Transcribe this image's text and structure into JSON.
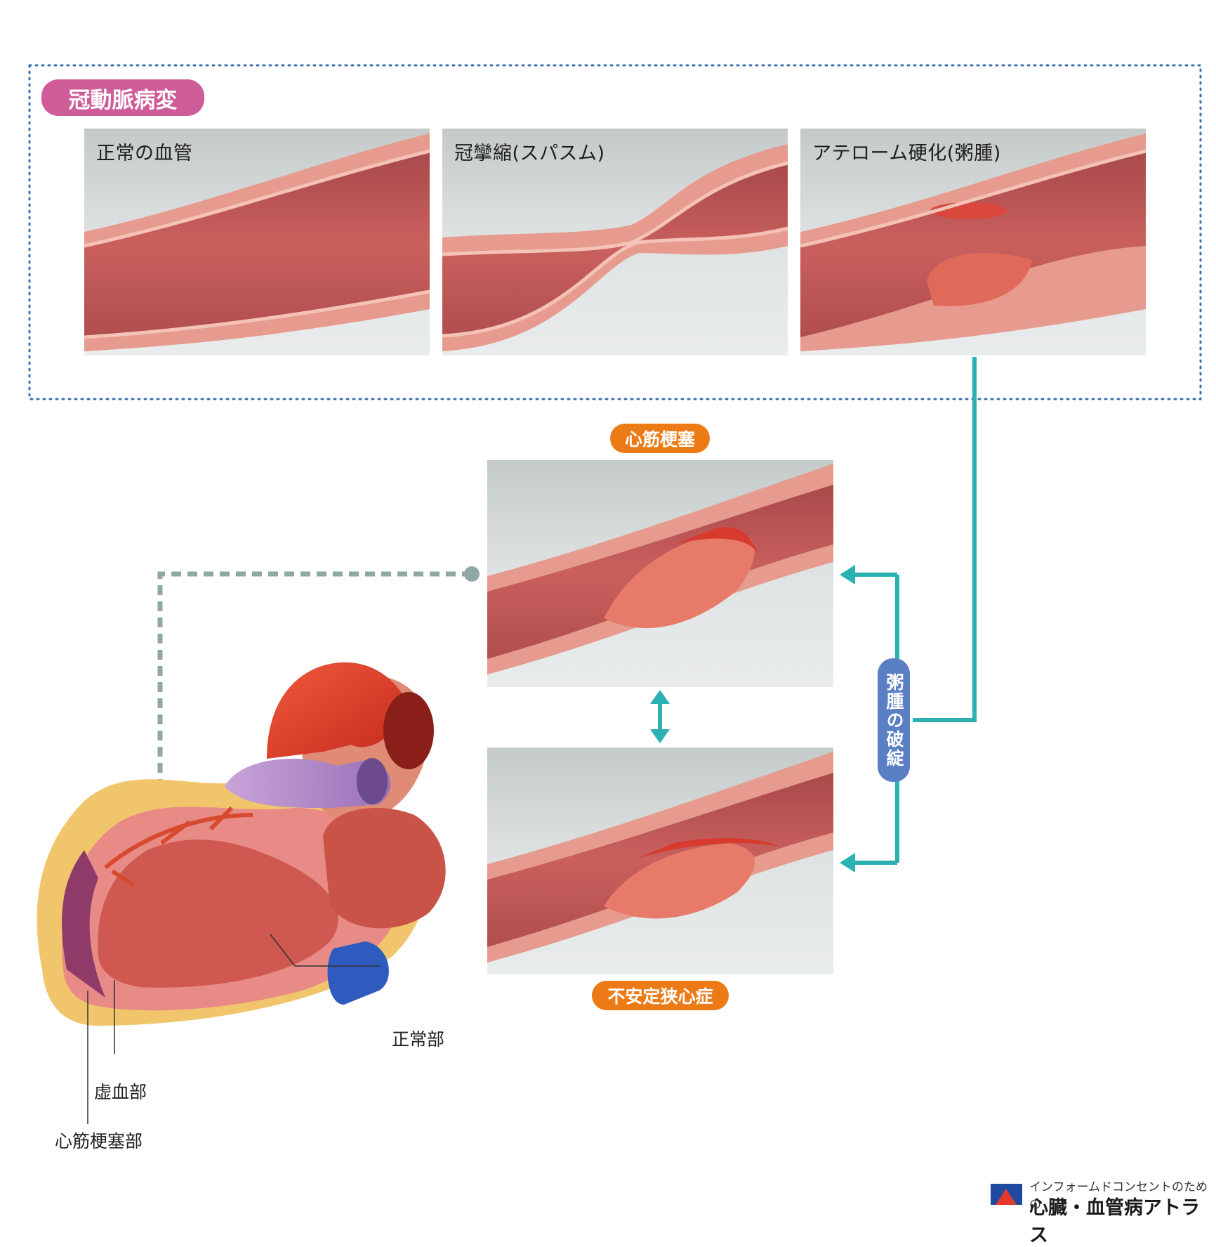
{
  "section_title": "冠動脈病変",
  "panels": {
    "normal": "正常の血管",
    "spasm": "冠攣縮(スパスム)",
    "atheroma": "アテローム硬化(粥腫)"
  },
  "outcomes": {
    "infarction": "心筋梗塞",
    "unstable_angina": "不安定狭心症",
    "rupture": "粥腫の破綻"
  },
  "heart_labels": {
    "normal_area": "正常部",
    "ischemic_area": "虚血部",
    "infarct_area": "心筋梗塞部"
  },
  "brand": {
    "subtitle": "インフォームドコンセントのための",
    "title": "心臓・血管病アトラス"
  },
  "colors": {
    "pink": "#cf5c98",
    "orange": "#ec7b17",
    "teal": "#2bb0b4",
    "blue": "#5b7fc4",
    "dotted_border": "#3a6fb0"
  }
}
